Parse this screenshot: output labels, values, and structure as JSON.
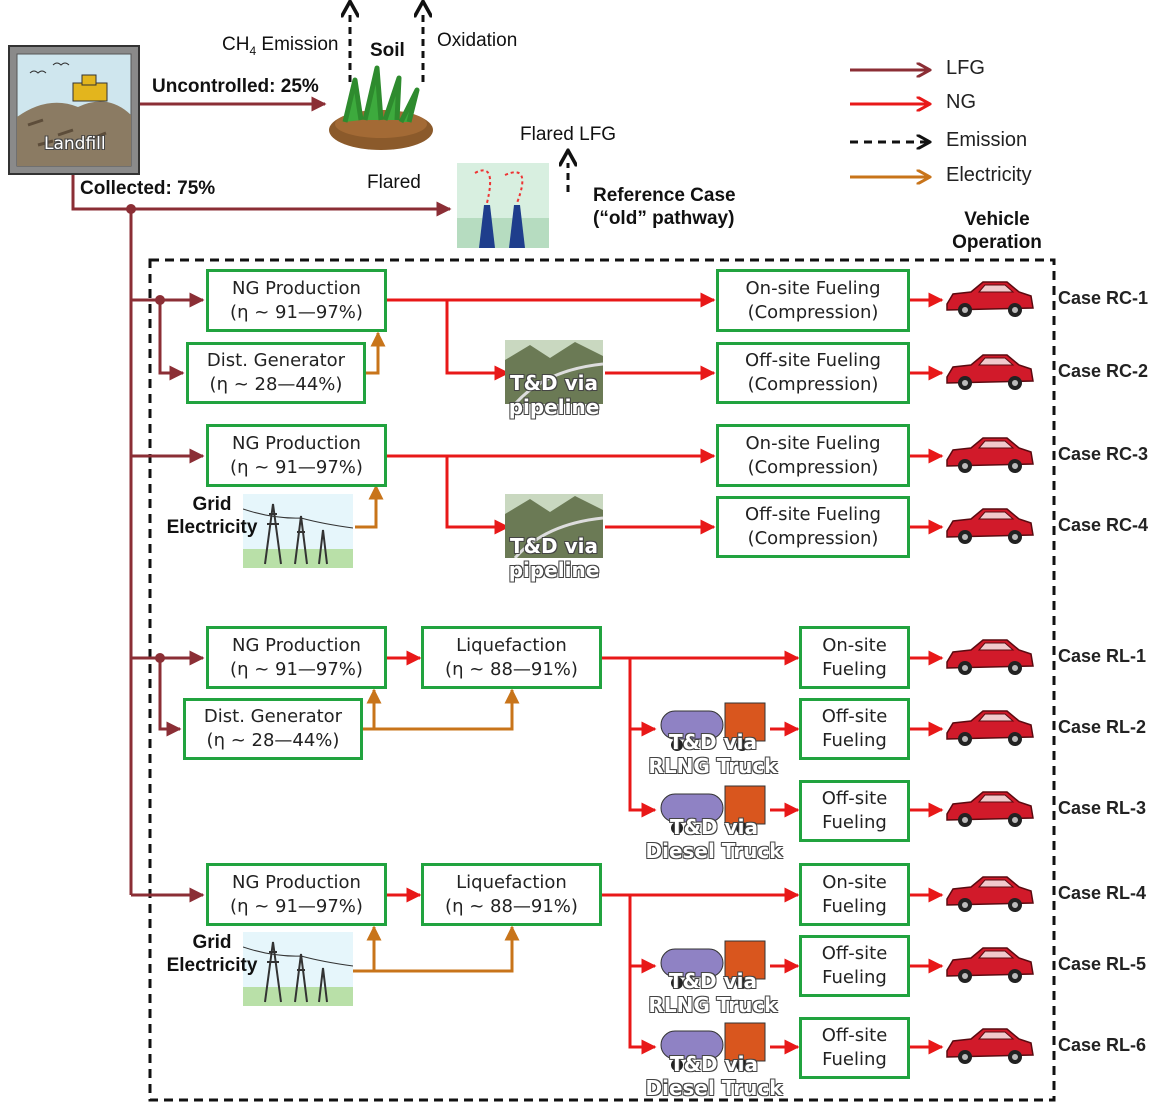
{
  "source": {
    "landfill": "Landfill",
    "uncontrolled": "Uncontrolled: 25%",
    "collected": "Collected: 75%",
    "ch4_main": "CH",
    "ch4_sub": "4",
    "ch4_rest": " Emission",
    "soil": "Soil",
    "oxidation": "Oxidation",
    "flared": "Flared",
    "flared_lfg": "Flared LFG",
    "reference_line1": "Reference Case",
    "reference_line2": "(“old” pathway)"
  },
  "legend": {
    "lfg": "LFG",
    "ng": "NG",
    "emission": "Emission",
    "electricity": "Electricity",
    "colors": {
      "lfg": "#8b2e35",
      "ng": "#e81818",
      "emission": "#111111",
      "electricity": "#c8741a",
      "box_border": "#21a33f"
    }
  },
  "vehicle_header_line1": "Vehicle",
  "vehicle_header_line2": "Operation",
  "boxes": {
    "ng_production": "NG Production",
    "ng_eff": "(η ~ 91—97%)",
    "dist_gen": "Dist. Generator",
    "dist_eff": "(η ~ 28—44%)",
    "liquefaction": "Liquefaction",
    "liq_eff": "(η ~ 88—91%)",
    "onsite": "On-site Fueling",
    "offsite": "Off-site Fueling",
    "compression": "(Compression)",
    "onsite_w1": "On-site",
    "offsite_w1": "Off-site",
    "fueling": "Fueling"
  },
  "grid_line1": "Grid",
  "grid_line2": "Electricity",
  "td_pipeline_l1": "T&D via",
  "td_pipeline_l2": "pipeline",
  "td_rlng_l1": "T&D via",
  "td_rlng_l2": "RLNG Truck",
  "td_diesel_l1": "T&D via",
  "td_diesel_l2": "Diesel Truck",
  "cases": [
    "Case RC-1",
    "Case RC-2",
    "Case RC-3",
    "Case RC-4",
    "Case RL-1",
    "Case RL-2",
    "Case RL-3",
    "Case RL-4",
    "Case RL-5",
    "Case RL-6"
  ]
}
